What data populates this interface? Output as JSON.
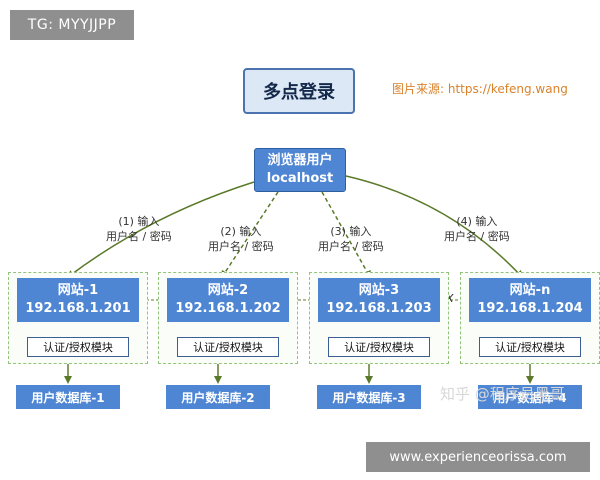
{
  "overlay": {
    "tg": "TG: MYYJJPP",
    "url": "www.experienceorissa.com"
  },
  "title": "多点登录",
  "source": "图片来源: https://kefeng.wang",
  "browser": {
    "line1": "浏览器用户",
    "line2": "localhost"
  },
  "steps": [
    {
      "num": "(1) 输入",
      "text": "用户名 / 密码"
    },
    {
      "num": "(2) 输入",
      "text": "用户名 / 密码"
    },
    {
      "num": "(3) 输入",
      "text": "用户名 / 密码"
    },
    {
      "num": "(4) 输入",
      "text": "用户名 / 密码"
    }
  ],
  "sites": [
    {
      "name": "网站-1",
      "ip": "192.168.1.201",
      "auth": "认证/授权模块",
      "db": "用户数据库-1"
    },
    {
      "name": "网站-2",
      "ip": "192.168.1.202",
      "auth": "认证/授权模块",
      "db": "用户数据库-2"
    },
    {
      "name": "网站-3",
      "ip": "192.168.1.203",
      "auth": "认证/授权模块",
      "db": "用户数据库-3"
    },
    {
      "name": "网站-n",
      "ip": "192.168.1.204",
      "auth": "认证/授权模块",
      "db": "用户数据库-4"
    }
  ],
  "x_mark": "X",
  "watermark": "知乎 @程序员黑哥",
  "colors": {
    "box_blue": "#4f86d4",
    "arrow_green": "#5a7a2a",
    "dash_green": "#93c47d",
    "accent_orange": "#d9822b"
  }
}
